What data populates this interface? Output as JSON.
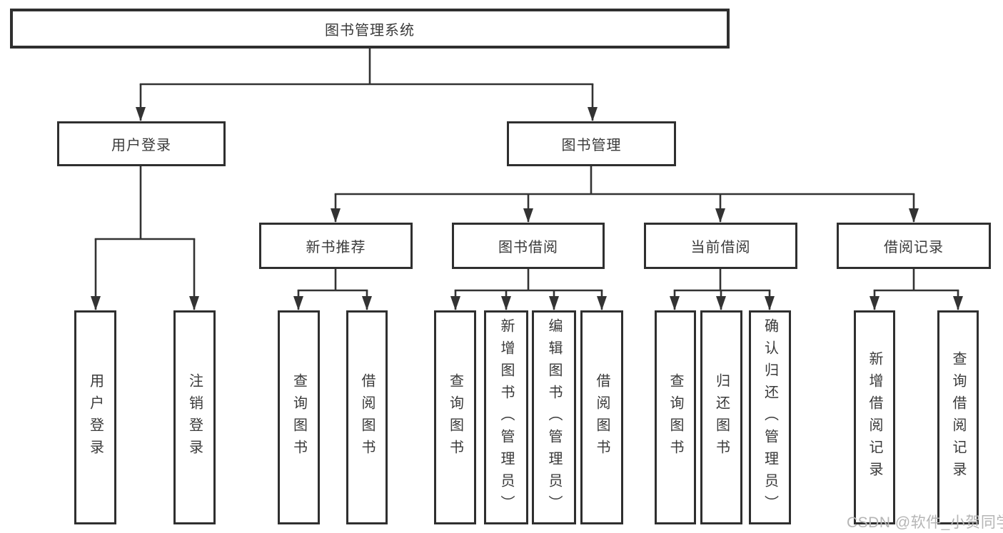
{
  "diagram": {
    "title": "图书管理系统",
    "level2": [
      {
        "label": "用户登录"
      },
      {
        "label": "图书管理"
      }
    ],
    "level3": [
      {
        "label": "新书推荐"
      },
      {
        "label": "图书借阅"
      },
      {
        "label": "当前借阅"
      },
      {
        "label": "借阅记录"
      }
    ],
    "leaves": [
      {
        "label": "用户登录"
      },
      {
        "label": "注销登录"
      },
      {
        "label": "查询图书"
      },
      {
        "label": "借阅图书"
      },
      {
        "label": "查询图书"
      },
      {
        "label": "新增图书（管理员）"
      },
      {
        "label": "编辑图书（管理员）"
      },
      {
        "label": "借阅图书"
      },
      {
        "label": "查询图书"
      },
      {
        "label": "归还图书"
      },
      {
        "label": "确认归还（管理员）"
      },
      {
        "label": "新增借阅记录"
      },
      {
        "label": "查询借阅记录"
      }
    ]
  },
  "watermark": "CSDN @软件_小贺同学",
  "colors": {
    "line": "#333333",
    "border": "#2f2f2f",
    "text": "#3a3a3a",
    "watermark": "#b5b5b5",
    "background": "#ffffff"
  }
}
